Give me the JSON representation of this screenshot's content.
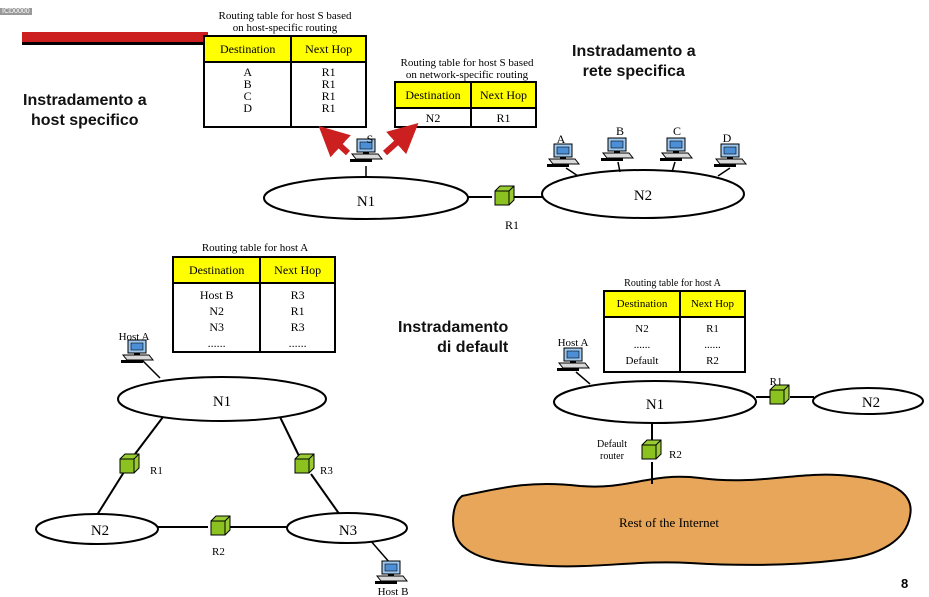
{
  "logo": {
    "text": "ICD0000"
  },
  "page_number": "8",
  "titles": {
    "host_specific": [
      "Instradamento a",
      "host specifico"
    ],
    "network_specific": [
      "Instradamento a",
      "rete specifica"
    ],
    "default": [
      "Instradamento",
      "di default"
    ]
  },
  "diagram_top_left": {
    "caption": [
      "Routing table for host S based",
      "on host-specific routing"
    ],
    "headers": [
      "Destination",
      "Next Hop"
    ],
    "destinations": [
      "A",
      "B",
      "C",
      "D"
    ],
    "next_hops": [
      "R1",
      "R1",
      "R1",
      "R1"
    ]
  },
  "diagram_top_right": {
    "caption": [
      "Routing table for host S based",
      "on network-specific routing"
    ],
    "headers": [
      "Destination",
      "Next Hop"
    ],
    "destinations": [
      "N2"
    ],
    "next_hops": [
      "R1"
    ]
  },
  "top_network": {
    "host_s": "S",
    "hosts": [
      "A",
      "B",
      "C",
      "D"
    ],
    "net1": "N1",
    "net2": "N2",
    "router": "R1"
  },
  "diagram_bottom_left": {
    "caption": "Routing table for host A",
    "headers": [
      "Destination",
      "Next Hop"
    ],
    "destinations": [
      "Host B",
      "N2",
      "N3",
      "......"
    ],
    "next_hops": [
      "R3",
      "R1",
      "R3",
      "......"
    ],
    "host_a": "Host A",
    "host_b": "Host B",
    "nets": [
      "N1",
      "N2",
      "N3"
    ],
    "routers": [
      "R1",
      "R2",
      "R3"
    ]
  },
  "diagram_bottom_right": {
    "caption": "Routing table for host A",
    "headers": [
      "Destination",
      "Next Hop"
    ],
    "destinations": [
      "N2",
      "......",
      "Default"
    ],
    "next_hops": [
      "R1",
      "......",
      "R2"
    ],
    "host_a": "Host A",
    "nets": [
      "N1",
      "N2"
    ],
    "routers": [
      "R1",
      "R2"
    ],
    "default_router_label": [
      "Default",
      "router"
    ],
    "internet": "Rest of the Internet"
  },
  "colors": {
    "header_yellow": "#ffff00",
    "router_green": "#99cc33",
    "arrow_red": "#cc1f1f",
    "internet_orange": "#e8a65a",
    "logo_red": "#cc1f1f"
  }
}
